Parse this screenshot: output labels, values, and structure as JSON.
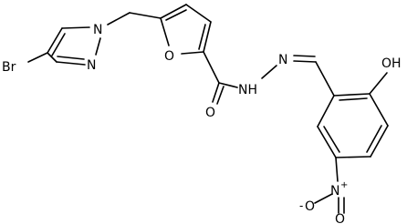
{
  "molecule": {
    "atoms": {
      "bromine": "Br",
      "pyrazole_n1": "N",
      "pyrazole_n2": "N",
      "furan_o": "O",
      "carbonyl_o": "O",
      "hydrazide_nh": "NH",
      "hydrazone_n": "N",
      "hydroxyl": "OH",
      "nitro_n": "N",
      "nitro_n_charge": "+",
      "nitro_o_top": "O",
      "nitro_o_top_charge": "-",
      "nitro_o_bottom": "O"
    }
  }
}
